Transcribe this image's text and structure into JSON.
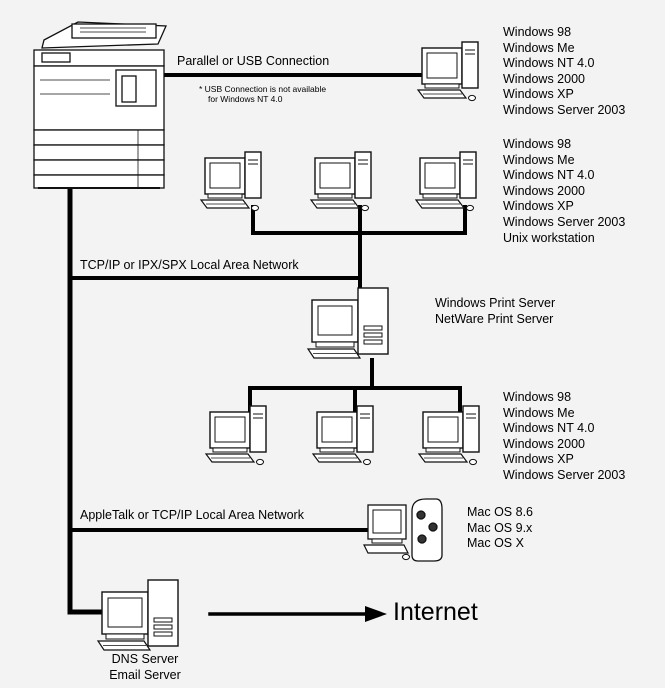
{
  "connections": {
    "parallel_usb": "Parallel or USB Connection",
    "usb_note": [
      "* USB Connection is not available",
      "for Windows NT 4.0"
    ],
    "tcpip_ipx_lan": "TCP/IP or IPX/SPX Local Area Network",
    "appletalk_lan": "AppleTalk or TCP/IP Local Area Network"
  },
  "groups": {
    "direct_pc": [
      "Windows 98",
      "Windows Me",
      "Windows NT 4.0",
      "Windows 2000",
      "Windows XP",
      "Windows Server 2003"
    ],
    "lan_pcs": [
      "Windows 98",
      "Windows Me",
      "Windows NT 4.0",
      "Windows 2000",
      "Windows XP",
      "Windows Server 2003",
      "Unix workstation"
    ],
    "print_server": [
      "Windows Print Server",
      "NetWare Print Server"
    ],
    "server_clients": [
      "Windows 98",
      "Windows Me",
      "Windows NT 4.0",
      "Windows 2000",
      "Windows XP",
      "Windows Server 2003"
    ],
    "mac": [
      "Mac OS 8.6",
      "Mac OS 9.x",
      "Mac OS X"
    ],
    "dns_server": [
      "DNS Server",
      "Email Server"
    ]
  },
  "internet_label": "Internet"
}
